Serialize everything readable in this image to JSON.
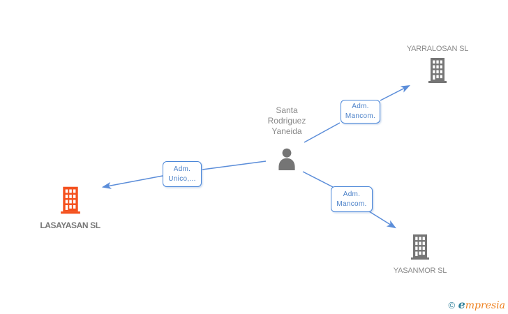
{
  "colors": {
    "edge-blue": "#5B8DD9",
    "box-border": "#4A86D8",
    "box-text": "#4A80C8",
    "node-gray": "#757575",
    "node-orange": "#F4511E",
    "text-gray": "#8A8A8A",
    "highlight-label": "#777777",
    "logo-teal": "#2E7F99",
    "logo-orange": "#EE7F1D"
  },
  "person": {
    "name": "Santa Rodriguez Yaneida"
  },
  "companies": [
    {
      "name": "YARRALOSAN SL"
    },
    {
      "name": "LASAYASAN SL"
    },
    {
      "name": "YASANMOR SL"
    }
  ],
  "edges": [
    {
      "line1": "Adm.",
      "line2": "Mancom."
    },
    {
      "line1": "Adm.",
      "line2": "Unico,..."
    },
    {
      "line1": "Adm.",
      "line2": "Mancom."
    }
  ],
  "footer": {
    "copyright_symbol": "©",
    "brand_initial": "e",
    "brand_rest": "mpresia"
  }
}
